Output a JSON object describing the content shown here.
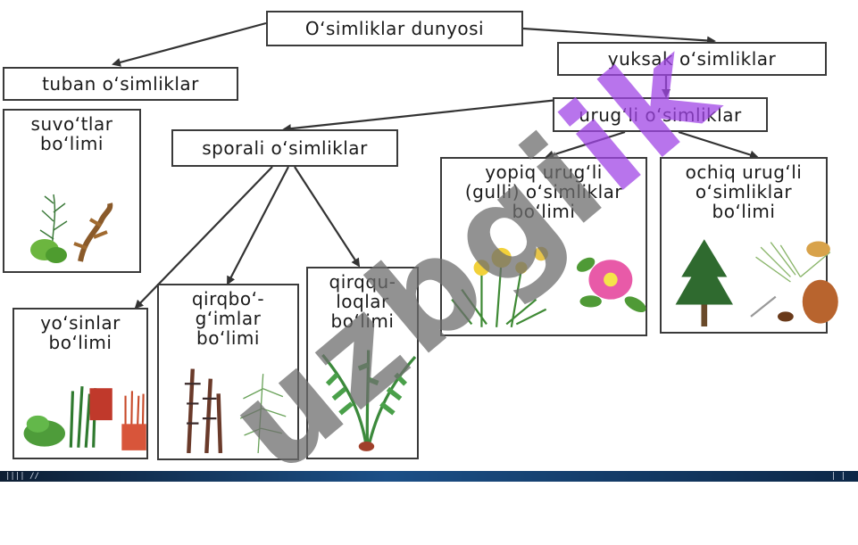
{
  "root": {
    "label": "O‘simliklar dunyosi"
  },
  "lower_plants": {
    "label": "tuban o‘simliklar"
  },
  "higher_plants": {
    "label": "yuksak o‘simliklar"
  },
  "seed_plants": {
    "label": "urug‘li o‘simliklar"
  },
  "spore_plants": {
    "label": "sporali o‘simliklar"
  },
  "algae_division": {
    "label": "suvo‘tlar\nbo‘limi"
  },
  "angiosperm_division": {
    "label": "yopiq urug‘li\n(gulli) o‘simliklar\nbo‘limi"
  },
  "gymnosperm_division": {
    "label": "ochiq urug‘li\no‘simliklar\nbo‘limi"
  },
  "moss_division": {
    "label": "yo‘sinlar\nbo‘limi"
  },
  "horsetail_division": {
    "label": "qirqbo‘-\ng‘imlar\nbo‘limi"
  },
  "fern_division": {
    "label": "qirqqu-\nloqlar\nbo‘limi"
  },
  "watermark": {
    "text": "uzbgi",
    "accent": "ik"
  },
  "colors": {
    "border": "#3a3a3a",
    "footer": "#1b4f87",
    "watermark_purple": "#a046e6"
  }
}
